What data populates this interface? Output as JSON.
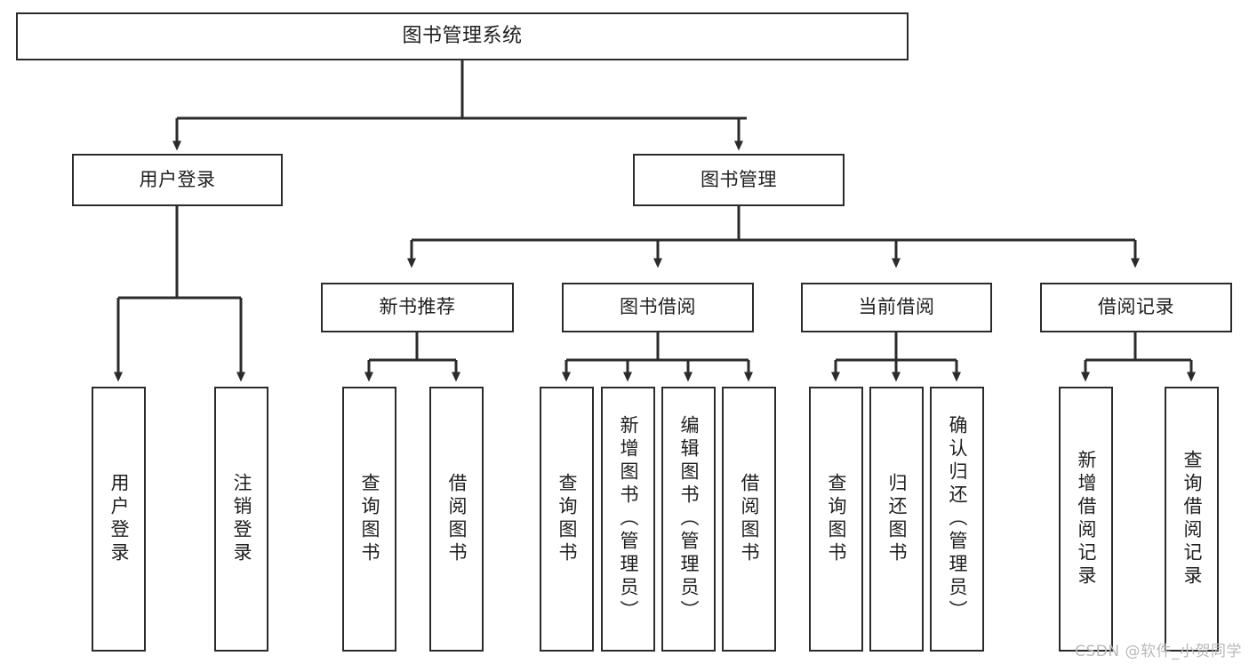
{
  "diagram": {
    "title": "图书管理系统",
    "type": "tree-hierarchy",
    "watermark": "CSDN @软件_小贺同学",
    "colors": {
      "border": "#2b2b2b",
      "text": "#1f1f1f",
      "background": "#ffffff",
      "watermark": "#b9b9b9"
    },
    "levels": {
      "root": {
        "label": "图书管理系统"
      },
      "level1": [
        {
          "id": "user-login",
          "label": "用户登录"
        },
        {
          "id": "book-management",
          "label": "图书管理"
        }
      ],
      "level2": [
        {
          "id": "new-book-recommend",
          "label": "新书推荐",
          "parent": "book-management"
        },
        {
          "id": "book-borrow",
          "label": "图书借阅",
          "parent": "book-management"
        },
        {
          "id": "current-borrow",
          "label": "当前借阅",
          "parent": "book-management"
        },
        {
          "id": "borrow-record",
          "label": "借阅记录",
          "parent": "book-management"
        }
      ],
      "leaves": [
        {
          "id": "leaf-user-login",
          "label": "用户登录",
          "parent": "user-login"
        },
        {
          "id": "leaf-logout",
          "label": "注销登录",
          "parent": "user-login"
        },
        {
          "id": "leaf-query-book-1",
          "label": "查询图书",
          "parent": "new-book-recommend"
        },
        {
          "id": "leaf-borrow-book-1",
          "label": "借阅图书",
          "parent": "new-book-recommend"
        },
        {
          "id": "leaf-query-book-2",
          "label": "查询图书",
          "parent": "book-borrow"
        },
        {
          "id": "leaf-add-book",
          "label": "新增图书（管理员）",
          "parent": "book-borrow"
        },
        {
          "id": "leaf-edit-book",
          "label": "编辑图书（管理员）",
          "parent": "book-borrow"
        },
        {
          "id": "leaf-borrow-book-2",
          "label": "借阅图书",
          "parent": "book-borrow"
        },
        {
          "id": "leaf-query-book-3",
          "label": "查询图书",
          "parent": "current-borrow"
        },
        {
          "id": "leaf-return-book",
          "label": "归还图书",
          "parent": "current-borrow"
        },
        {
          "id": "leaf-confirm-return",
          "label": "确认归还（管理员）",
          "parent": "current-borrow"
        },
        {
          "id": "leaf-add-record",
          "label": "新增借阅记录",
          "parent": "borrow-record"
        },
        {
          "id": "leaf-query-record",
          "label": "查询借阅记录",
          "parent": "borrow-record"
        }
      ]
    }
  }
}
